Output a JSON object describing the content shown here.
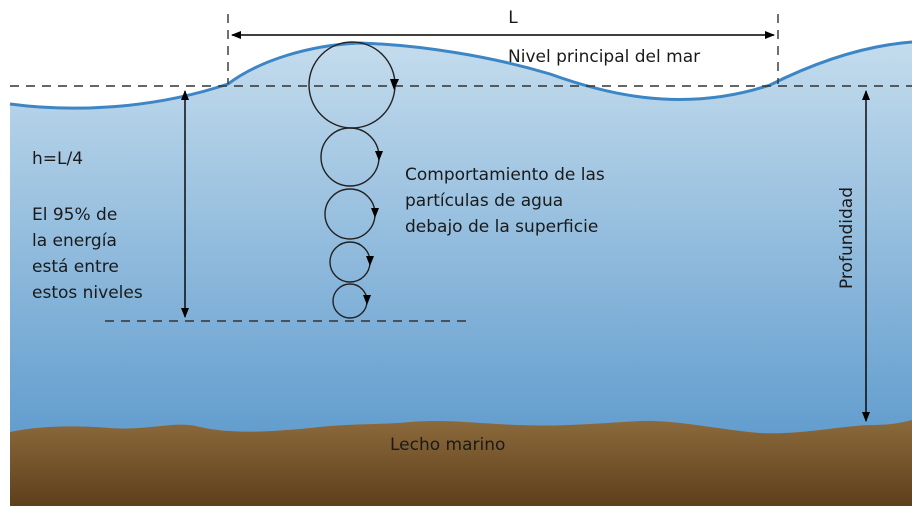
{
  "labels": {
    "wavelength": "L",
    "mean_sea_level": "Nivel principal del mar",
    "depth_ratio": "h=L/4",
    "energy_note": [
      "El 95% de",
      "la energía",
      "está entre",
      "estos niveles"
    ],
    "particle_behavior": [
      "Comportamiento de las",
      "partículas de agua",
      "debajo de la superficie"
    ],
    "depth": "Profundidad",
    "seabed": "Lecho marino"
  },
  "colors": {
    "water_top": "#c4dced",
    "water_bottom": "#5f9bcd",
    "wave_line": "#3d86c6",
    "seabed_top": "#8c6a3c",
    "seabed_bottom": "#5e3f1c"
  }
}
